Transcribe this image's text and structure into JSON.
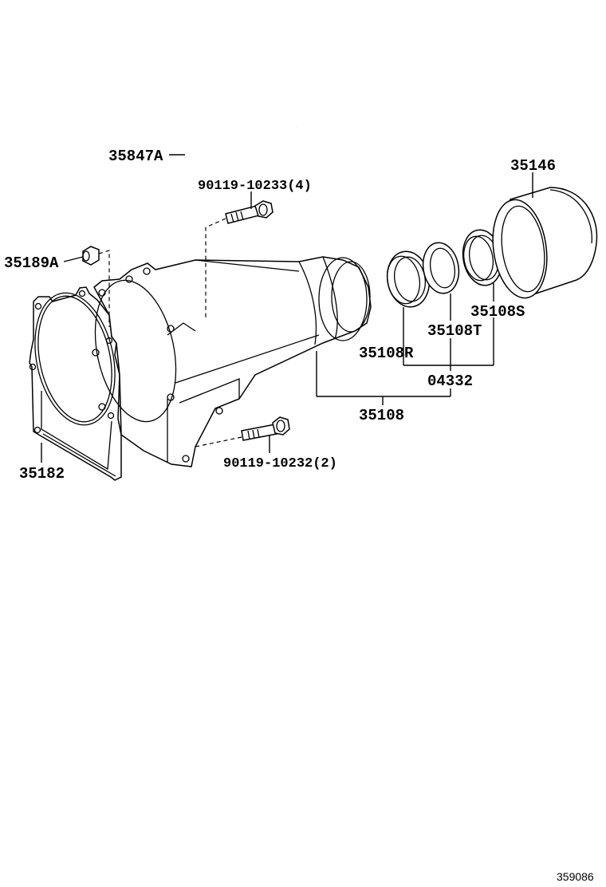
{
  "diagram": {
    "type": "exploded parts diagram",
    "subject": "transfer/extension housing assembly",
    "reference_number": "359086",
    "callouts": [
      {
        "id": "35847A",
        "label": "35847A",
        "part": "breather tube"
      },
      {
        "id": "90119-10233",
        "label": "90119-10233(4)",
        "part": "flange bolt",
        "qty": 4
      },
      {
        "id": "35189A",
        "label": "35189A",
        "part": "nut"
      },
      {
        "id": "35146",
        "label": "35146",
        "part": "dust cover"
      },
      {
        "id": "35108S",
        "label": "35108S",
        "part": "seal"
      },
      {
        "id": "35108T",
        "label": "35108T",
        "part": "bushing"
      },
      {
        "id": "35108R",
        "label": "35108R",
        "part": "oil seal"
      },
      {
        "id": "04332",
        "label": "04332",
        "part": "kit (35108R, 35108T, 35108S)"
      },
      {
        "id": "35108",
        "label": "35108",
        "part": "extension housing"
      },
      {
        "id": "35182",
        "label": "35182",
        "part": "gasket"
      },
      {
        "id": "90119-10232",
        "label": "90119-10232(2)",
        "part": "flange bolt",
        "qty": 2
      }
    ]
  }
}
